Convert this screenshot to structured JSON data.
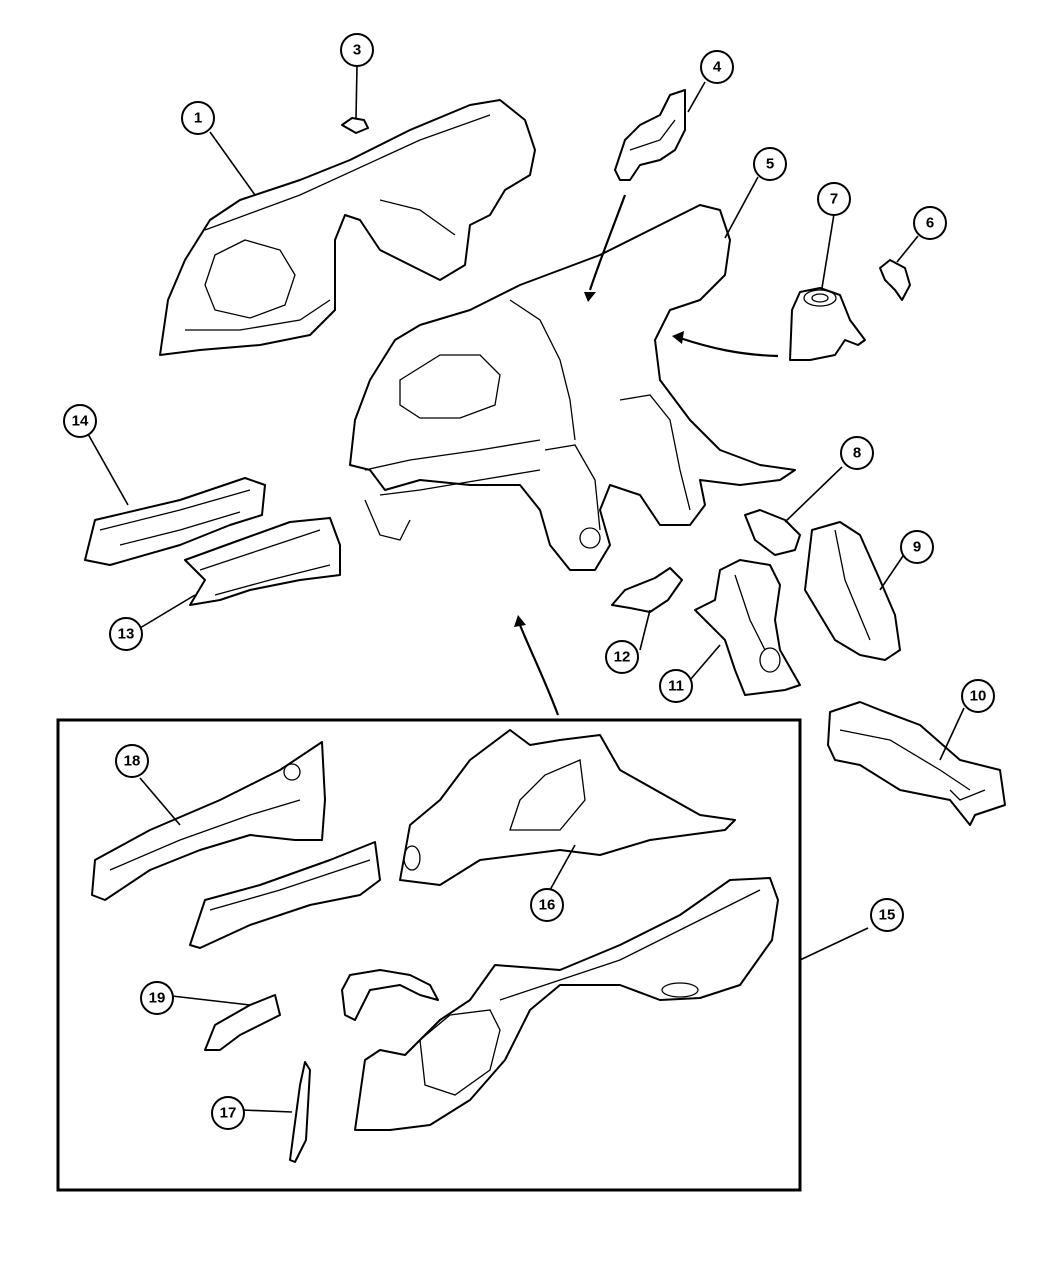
{
  "callouts": {
    "c1": "1",
    "c2": "3",
    "c3": "4",
    "c4": "5",
    "c5": "7",
    "c6": "6",
    "c7": "14",
    "c8": "8",
    "c9": "9",
    "c10": "13",
    "c11": "12",
    "c12": "11",
    "c13": "10",
    "c14": "18",
    "c15": "16",
    "c16": "15",
    "c17": "19",
    "c18": "17"
  },
  "colors": {
    "line": "#000000",
    "background": "#ffffff"
  }
}
